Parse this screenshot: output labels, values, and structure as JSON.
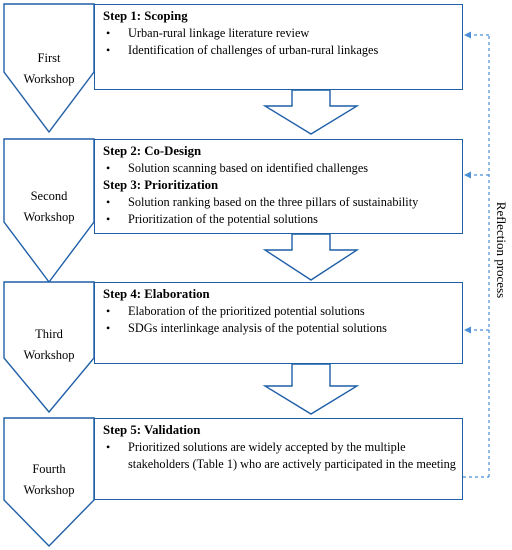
{
  "workshops": [
    {
      "label_line1": "First",
      "label_line2": "Workshop"
    },
    {
      "label_line1": "Second",
      "label_line2": "Workshop"
    },
    {
      "label_line1": "Third",
      "label_line2": "Workshop"
    },
    {
      "label_line1": "Fourth",
      "label_line2": "Workshop"
    }
  ],
  "boxes": [
    {
      "step_a": "Step 1: Scoping",
      "bullets_a": [
        "Urban-rural linkage literature review",
        "Identification of challenges of urban-rural linkages"
      ]
    },
    {
      "step_a": "Step 2: Co-Design",
      "bullets_a": [
        "Solution scanning based on identified challenges"
      ],
      "step_b": "Step 3: Prioritization",
      "bullets_b": [
        "Solution ranking based on the three pillars of sustainability",
        "Prioritization of the potential solutions"
      ]
    },
    {
      "step_a": "Step 4: Elaboration",
      "bullets_a": [
        "Elaboration of the prioritized potential solutions",
        "SDGs interlinkage analysis of the potential solutions"
      ]
    },
    {
      "step_a": "Step 5: Validation",
      "bullets_a": [
        "Prioritized solutions are widely accepted by the multiple stakeholders (Table 1) who are actively participated in the meeting"
      ]
    }
  ],
  "side_label": "Reflection process",
  "colors": {
    "line": "#1f5fa8",
    "dashed": "#4a8fd6"
  }
}
